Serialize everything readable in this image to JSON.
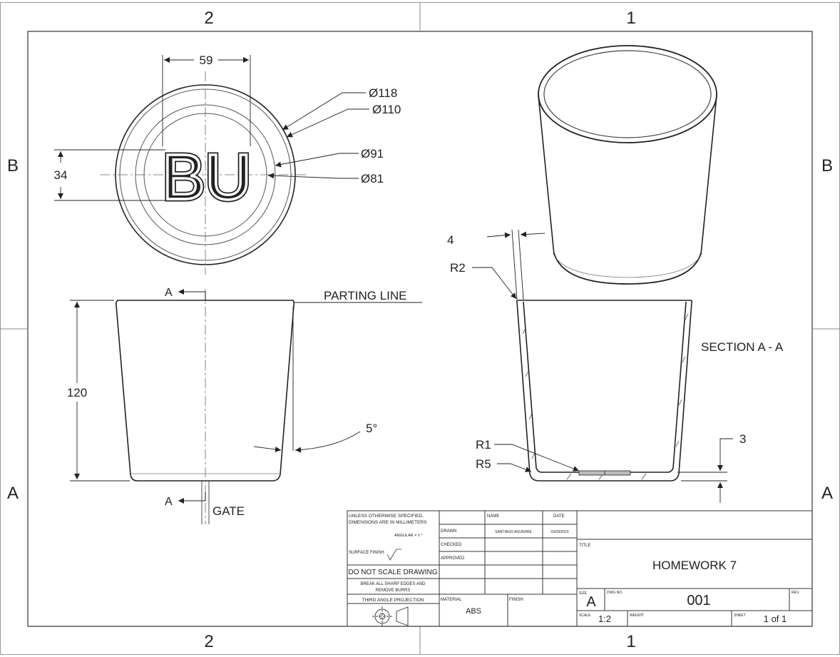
{
  "zones": {
    "top_left": "2",
    "top_right": "1",
    "bottom_left": "2",
    "bottom_right": "1",
    "left_top": "B",
    "left_bottom": "A",
    "right_top": "B",
    "right_bottom": "A"
  },
  "top_view": {
    "dim_width": "59",
    "dim_height": "34",
    "logo_text": "BU",
    "dia_118": "Ø118",
    "dia_110": "Ø110",
    "dia_91": "Ø91",
    "dia_81": "Ø81"
  },
  "front_view": {
    "section_marker": "A",
    "parting_line": "PARTING LINE",
    "height": "120",
    "draft_angle": "5°",
    "gate": "GATE"
  },
  "section_view": {
    "wall": "4",
    "r2": "R2",
    "label": "SECTION A - A",
    "r1": "R1",
    "r5": "R5",
    "base": "3"
  },
  "title_block": {
    "unless_1": "UNLESS OTHERWISE SPECIFIED,",
    "unless_2": "DIMENSIONS ARE IN MILLIMETERS",
    "angular": "ANGULAR = ± °",
    "surface_finish": "SURFACE FINISH",
    "do_not_scale": "DO NOT SCALE DRAWING",
    "break_1": "BREAK ALL SHARP EDGES AND",
    "break_2": "REMOVE BURRS",
    "projection": "THIRD ANGLE PROJECTION",
    "name_header": "NAME",
    "date_header": "DATE",
    "drawn": "DRAWN",
    "drawn_name": "SANTIAGO AGUERRE",
    "drawn_date": "03/29/2023",
    "checked": "CHECKED",
    "approved": "APPROVED",
    "material_label": "MATERIAL",
    "material": "ABS",
    "finish_label": "FINISH",
    "title_label": "TITLE",
    "title": "HOMEWORK 7",
    "size_label": "SIZE",
    "size": "A",
    "dwg_label": "DWG NO.",
    "dwg_no": "001",
    "rev_label": "REV.",
    "scale_label": "SCALE",
    "scale": "1:2",
    "weight_label": "WEIGHT",
    "sheet_label": "SHEET",
    "sheet": "1 of 1"
  }
}
